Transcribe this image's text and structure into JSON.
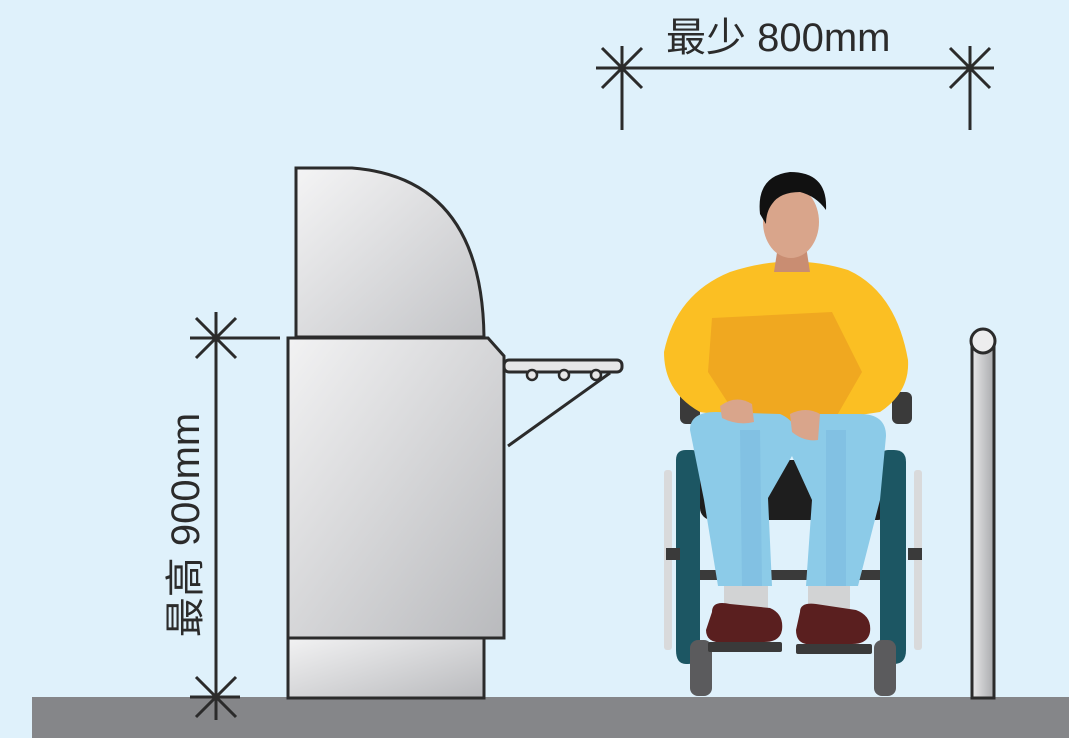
{
  "labels": {
    "min_width": "最少 800mm",
    "max_height": "最高 900mm"
  },
  "colors": {
    "background": "#dff1fb",
    "floor": "#858689",
    "kiosk_light": "#eeeeef",
    "kiosk_dark": "#bfc0c3",
    "outline": "#2b2b2b",
    "shirt": "#fbbf23",
    "shirt_shadow": "#f0a820",
    "pants": "#8ccbe8",
    "skin": "#d9a58b",
    "hair": "#111111",
    "wheelchair_frame": "#1c5663",
    "wheelchair_dark": "#3a3a3a",
    "shoes": "#5a1f1f",
    "post": "#c8c9cc"
  },
  "icons": {
    "kiosk": "kiosk-illustration",
    "person": "wheelchair-user-illustration",
    "post": "bollard-post"
  }
}
